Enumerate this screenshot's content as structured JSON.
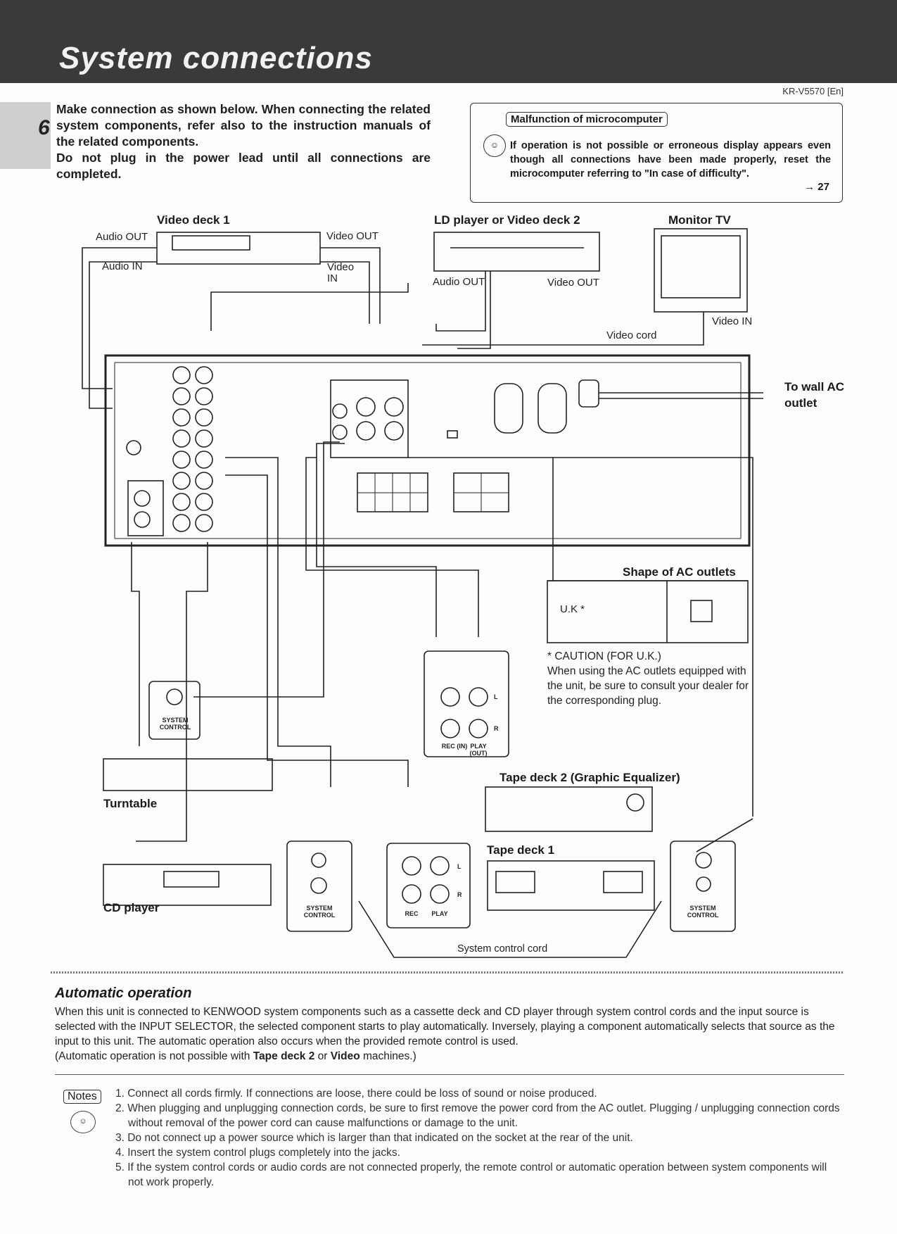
{
  "header": {
    "title": "System connections",
    "page_number": "6",
    "model": "KR-V5570 [En]"
  },
  "intro": {
    "line1": "Make connection as shown below. When connecting the related system components, refer also to the instruction manuals of the related components.",
    "line2": "Do not plug in the power lead until all connections are completed."
  },
  "malfunction": {
    "tag": "Malfunction of microcomputer",
    "text": "If operation is not possible or erroneous display appears even though all connections have been made properly, reset the microcomputer referring to \"In case of difficulty\".",
    "ref": "→ 27"
  },
  "diagram": {
    "video_deck1": "Video deck 1",
    "audio_out": "Audio OUT",
    "audio_in": "Audio IN",
    "video_out": "Video OUT",
    "video_in_1": "Video",
    "video_in_2": "IN",
    "ld_player": "LD player or Video deck 2",
    "ld_audio_out": "Audio OUT",
    "ld_video_out": "Video OUT",
    "monitor_tv": "Monitor TV",
    "monitor_video_in": "Video IN",
    "video_cord": "Video cord",
    "to_wall_1": "To wall AC",
    "to_wall_2": "outlet",
    "shape_ac": "Shape of AC outlets",
    "uk": "U.K *",
    "caution_title": "* CAUTION (FOR U.K.)",
    "caution_text": "When using the AC outlets equipped with the unit, be sure to consult your dealer for the corresponding plug.",
    "tape2": "Tape deck 2 (Graphic Equalizer)",
    "tape1": "Tape deck 1",
    "turntable": "Turntable",
    "cd_player": "CD player",
    "system_control": "SYSTEM CONTROL",
    "system_control_cord": "System control cord",
    "rec_in": "REC (IN)",
    "play_out": "PLAY (OUT)",
    "rec": "REC",
    "play": "PLAY",
    "l": "L",
    "r": "R"
  },
  "automatic": {
    "heading": "Automatic operation",
    "text": "When this unit is connected to KENWOOD system components such as a cassette deck and CD player through system control cords and the input source is selected with the INPUT SELECTOR, the selected component starts to play automatically. Inversely, playing a component automatically selects that source as the input to this unit. The automatic operation also occurs when the provided remote control is used.",
    "note_pre": "(Automatic operation is not possible with ",
    "note_b1": "Tape deck 2",
    "note_mid": " or ",
    "note_b2": "Video",
    "note_post": " machines.)"
  },
  "notes": {
    "tag": "Notes",
    "items": [
      "1. Connect all cords firmly. If connections are loose, there could be loss of sound or noise produced.",
      "2. When plugging and unplugging connection cords, be sure to first remove the power cord from the AC outlet. Plugging / unplugging connection cords without removal of the power cord can cause malfunctions or damage to the unit.",
      "3. Do not connect up a power source which is larger than that indicated on the socket at the rear of the unit.",
      "4. Insert the system control plugs completely into the jacks.",
      "5. If the system control cords or audio cords are not connected properly, the remote control or automatic operation between system components will not work properly."
    ]
  }
}
